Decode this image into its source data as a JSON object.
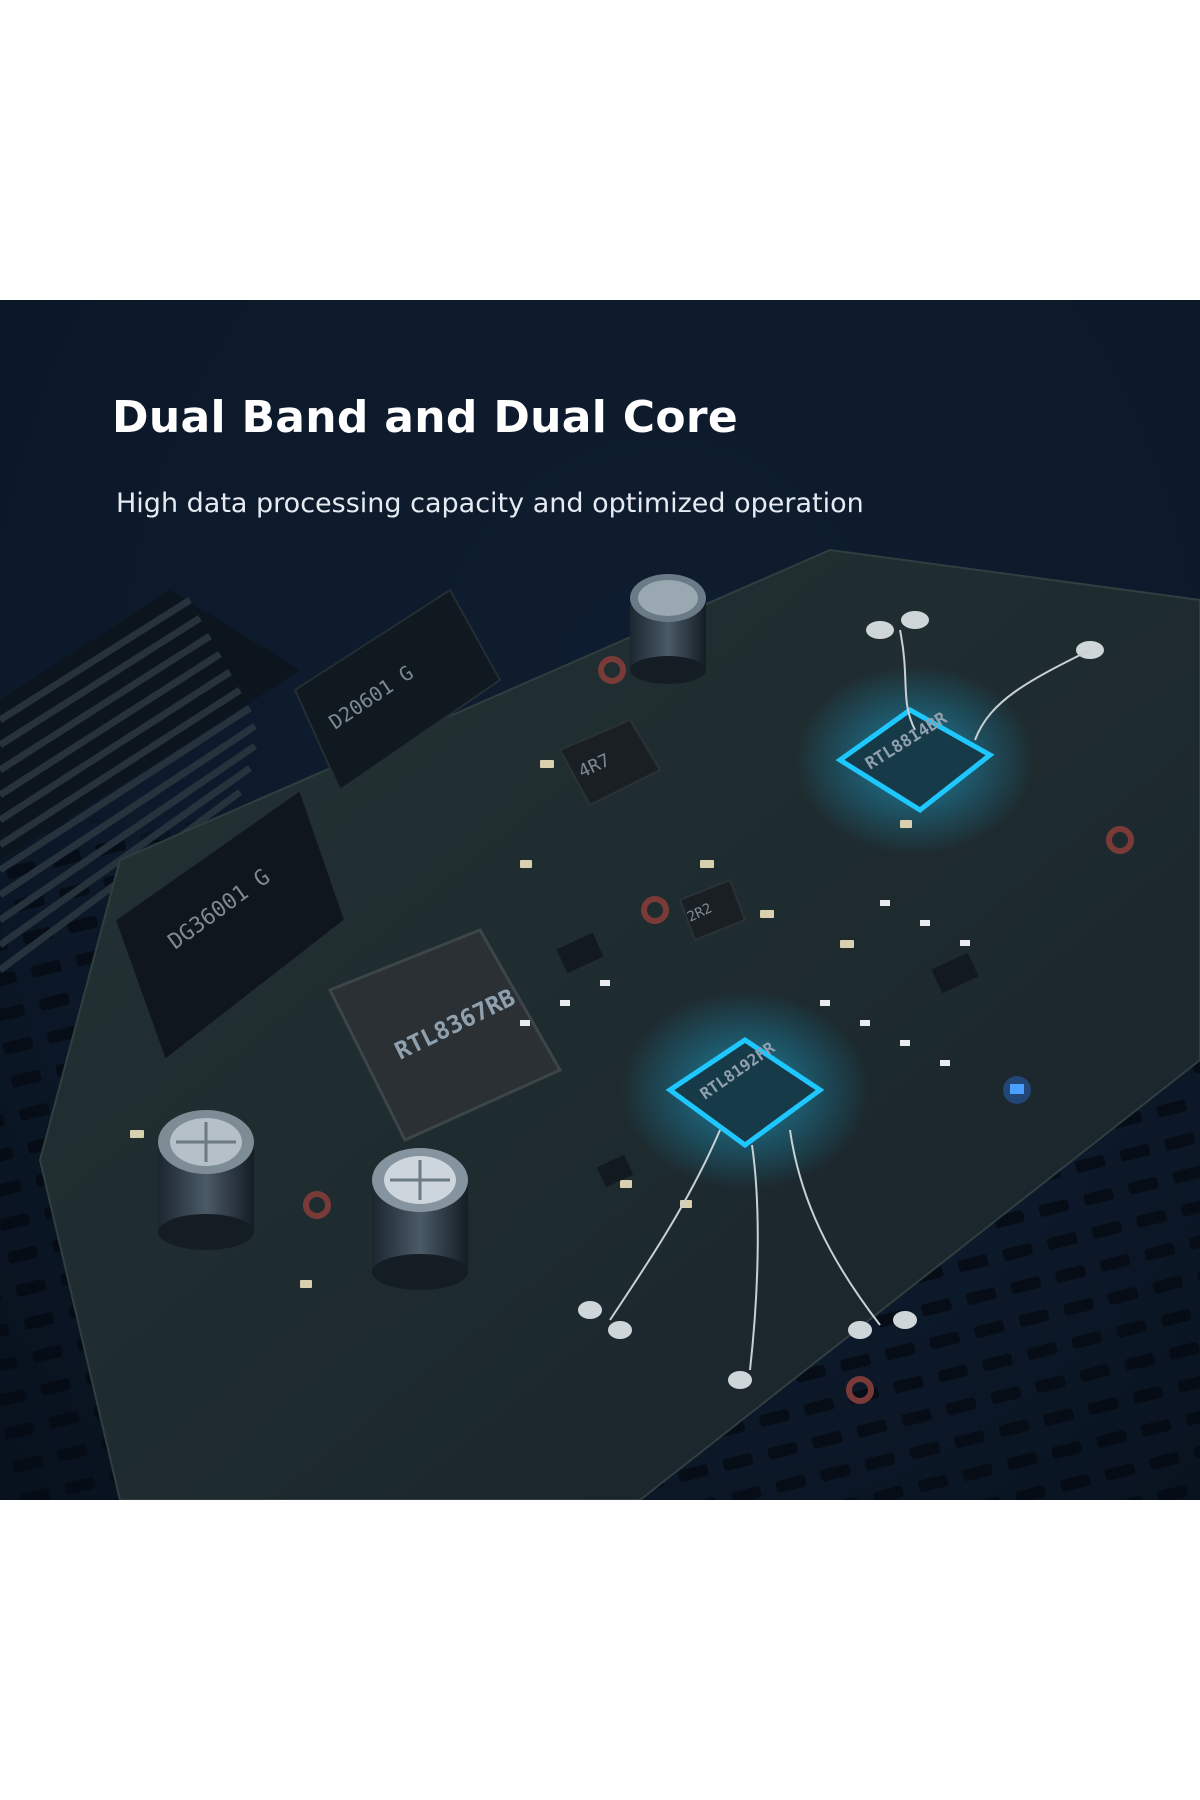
{
  "headline": "Dual Band and Dual Core",
  "subline": "High data processing capacity and optimized operation",
  "chips": {
    "main_soc": "RTL8367RB",
    "wifi_upper": "RTL8814BR",
    "wifi_lower": "RTL8192FR"
  },
  "components": {
    "transformer_1": "DG36001 G",
    "transformer_2": "D20601 G",
    "inductor": "4R7",
    "small_inductor": "2R2"
  },
  "colors": {
    "banner_bg": "#0d1a2b",
    "pcb": "#1c2a2a",
    "chip_glow": "#1ec8ff",
    "heading_text": "#ffffff"
  },
  "icons": [
    "heatsink-icon",
    "capacitor-icon",
    "chip-icon",
    "led-icon"
  ]
}
